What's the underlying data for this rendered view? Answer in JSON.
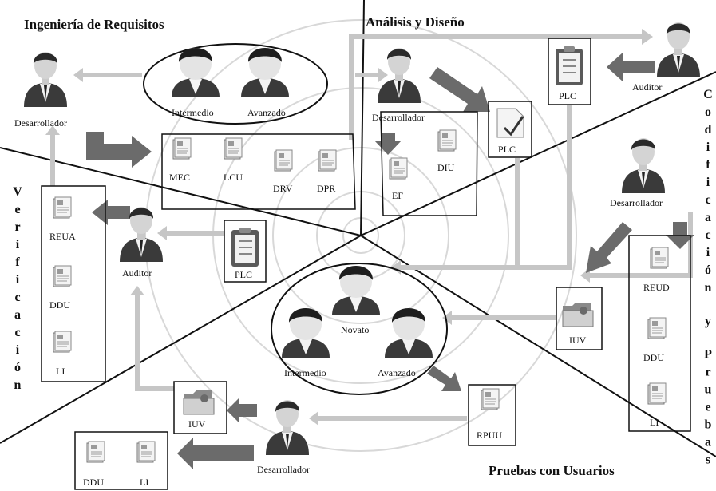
{
  "titles": {
    "top_left": "Ingeniería de Requisitos",
    "top_middle": "Análisis y Diseño",
    "bottom_right": "Pruebas con Usuarios",
    "right_vertical": "Codificación y Pruebas",
    "left_vertical": "Verificación"
  },
  "roles": {
    "desarrollador": "Desarrollador",
    "auditor": "Auditor",
    "intermedio": "Intermedio",
    "avanzado": "Avanzado",
    "novato": "Novato"
  },
  "documents": {
    "mec": "MEC",
    "lcu": "LCU",
    "drv": "DRV",
    "dpr": "DPR",
    "ef": "EF",
    "diu": "DIU",
    "plc": "PLC",
    "reud": "REUD",
    "ddu": "DDU",
    "li": "LI",
    "iuv": "IUV",
    "rpuu": "RPUU",
    "reua": "REUA"
  },
  "colors": {
    "dark_arrow": "#6b6b6b",
    "light_arrow": "#c6c6c6",
    "line": "#111111"
  }
}
